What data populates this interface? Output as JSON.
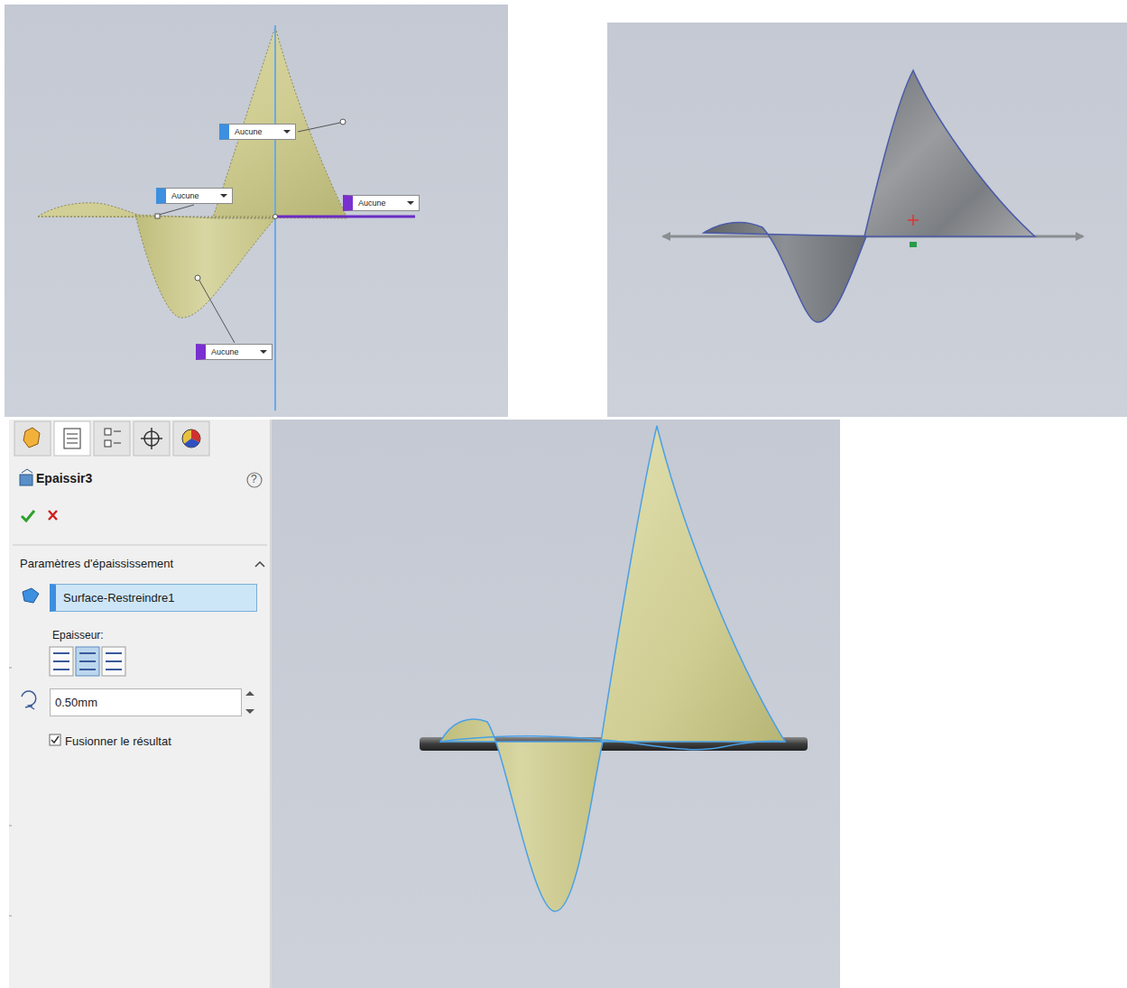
{
  "diagram": {
    "nodes": [
      {
        "text": [
          "Aucune"
        ]
      },
      {
        "text": [
          "Aucune"
        ]
      },
      {
        "text": [
          "Aucune"
        ]
      },
      {
        "text": [
          "Aucune"
        ]
      },
      {
        "text": [
          "Surface-Restreindre1"
        ]
      },
      {
        "text": [
          "0.50mm"
        ]
      }
    ],
    "labels": [
      "Epaissir3",
      "?",
      "Paramètres d'épaississement",
      "Epaisseur:",
      "Fusionner le résultat"
    ]
  }
}
